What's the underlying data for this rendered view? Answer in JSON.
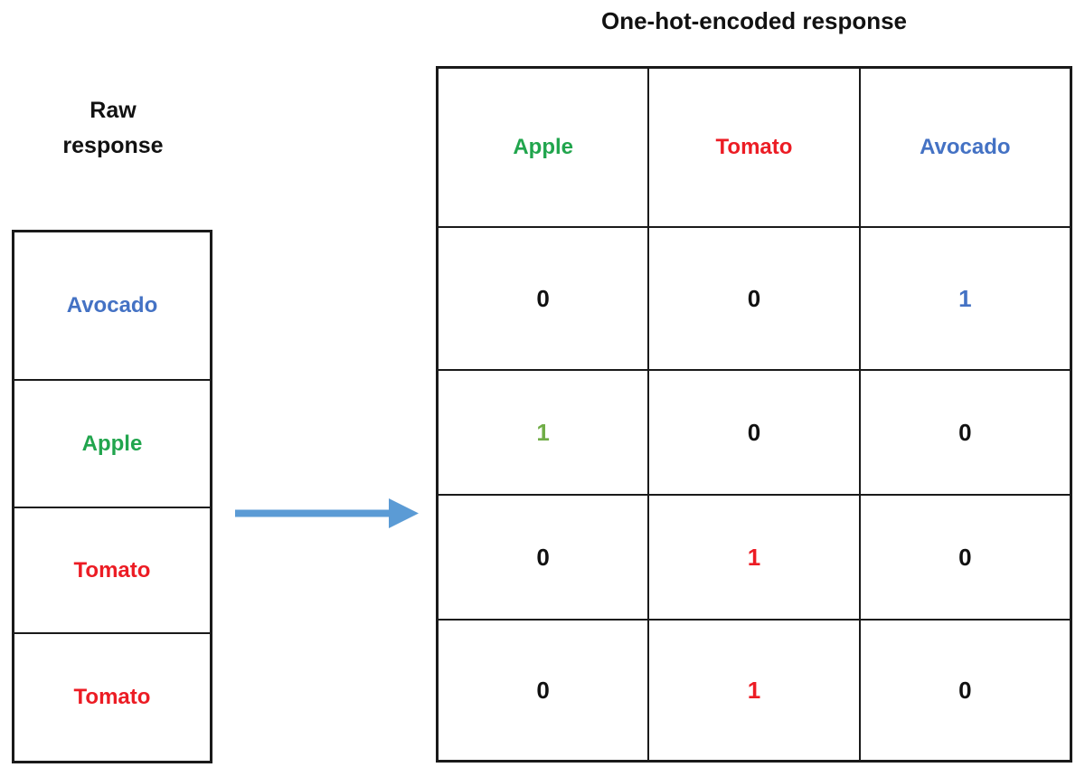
{
  "title": "One-hot-encoded response",
  "raw_label": {
    "line1": "Raw",
    "line2": "response"
  },
  "colors": {
    "blue": "#4472C4",
    "green": "#21A54D",
    "light_green": "#70AD47",
    "red": "#EC1C24",
    "black": "#111111",
    "arrow": "#5B9BD5",
    "border": "#1A1A1A"
  },
  "raw_table": {
    "rows": [
      {
        "label": "Avocado",
        "color": "#4472C4"
      },
      {
        "label": "Apple",
        "color": "#21A54D"
      },
      {
        "label": "Tomato",
        "color": "#EC1C24"
      },
      {
        "label": "Tomato",
        "color": "#EC1C24"
      }
    ]
  },
  "encoded_table": {
    "headers": [
      {
        "label": "Apple",
        "color": "#21A54D"
      },
      {
        "label": "Tomato",
        "color": "#EC1C24"
      },
      {
        "label": "Avocado",
        "color": "#4472C4"
      }
    ],
    "rows": [
      [
        {
          "value": "0",
          "color": "#111111"
        },
        {
          "value": "0",
          "color": "#111111"
        },
        {
          "value": "1",
          "color": "#4472C4"
        }
      ],
      [
        {
          "value": "1",
          "color": "#70AD47"
        },
        {
          "value": "0",
          "color": "#111111"
        },
        {
          "value": "0",
          "color": "#111111"
        }
      ],
      [
        {
          "value": "0",
          "color": "#111111"
        },
        {
          "value": "1",
          "color": "#EC1C24"
        },
        {
          "value": "0",
          "color": "#111111"
        }
      ],
      [
        {
          "value": "0",
          "color": "#111111"
        },
        {
          "value": "1",
          "color": "#EC1C24"
        },
        {
          "value": "0",
          "color": "#111111"
        }
      ]
    ]
  }
}
